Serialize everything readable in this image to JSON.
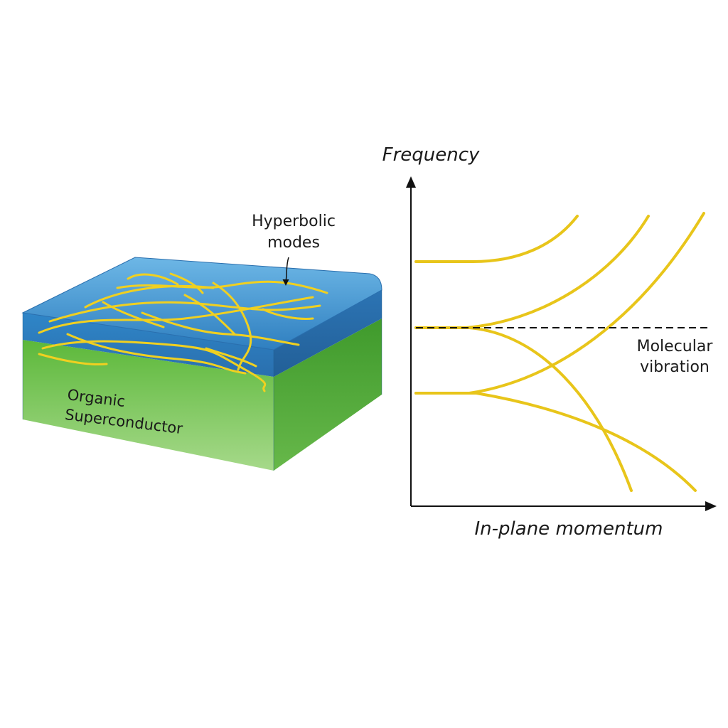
{
  "slab": {
    "top_label": [
      "Hyperbolic",
      "modes"
    ],
    "body_label": [
      "Organic",
      "Superconductor"
    ],
    "colors": {
      "top_layer": "#3d8fcf",
      "body": "#6cc04a",
      "modes": "#f0d020"
    }
  },
  "chart": {
    "y_axis_title": "Frequency",
    "x_axis_title": "In-plane momentum",
    "reference_line_label": [
      "Molecular",
      "vibration"
    ],
    "colors": {
      "curves": "#e8c51a",
      "reference_line": "#111111"
    }
  }
}
